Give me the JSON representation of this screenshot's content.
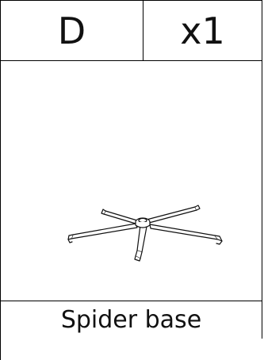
{
  "part": {
    "letter": "D",
    "quantity": "x1",
    "name": "Spider base"
  },
  "illustration": {
    "icon": "spider-base-icon"
  }
}
